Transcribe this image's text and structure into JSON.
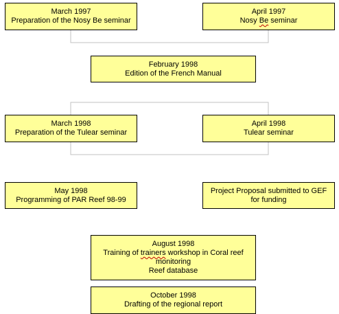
{
  "boxes": [
    {
      "lines": [
        "March 1997",
        "Preparation of the Nosy Be seminar"
      ]
    },
    {
      "date": "April 1997",
      "label_pre": "Nosy ",
      "label_squiggle": "Be",
      "label_post": " seminar"
    },
    {
      "lines": [
        "February 1998",
        "Edition of the French Manual"
      ]
    },
    {
      "lines": [
        "March 1998",
        "Preparation of the Tulear seminar"
      ]
    },
    {
      "lines": [
        "April 1998",
        "Tulear seminar"
      ]
    },
    {
      "lines": [
        "May 1998",
        "Programming of PAR Reef 98-99"
      ]
    },
    {
      "lines": [
        "Project Proposal submitted to GEF",
        "for funding"
      ]
    },
    {
      "date": "August 1998",
      "line1_pre": "Training of ",
      "line1_squiggle": "trainers",
      "line1_post": " workshop in Coral reef",
      "line2": "monitoring",
      "line3": "Reef database"
    },
    {
      "lines": [
        "October 1998",
        "Drafting of the regional report"
      ]
    }
  ],
  "colors": {
    "box_fill": "#ffff99",
    "box_border": "#000000",
    "connector": "#c0c0c0"
  }
}
